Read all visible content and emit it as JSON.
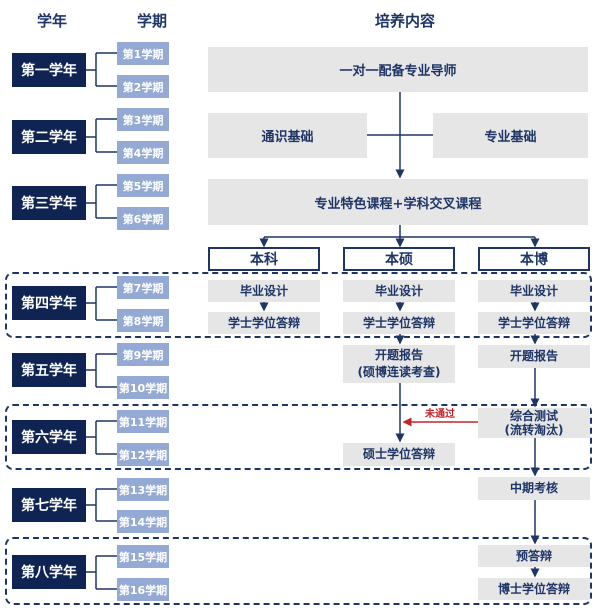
{
  "headers": {
    "year": "学年",
    "semester": "学期",
    "content": "培养内容"
  },
  "years": [
    "第一学年",
    "第二学年",
    "第三学年",
    "第四学年",
    "第五学年",
    "第六学年",
    "第七学年",
    "第八学年"
  ],
  "semesters": [
    "第1学期",
    "第2学期",
    "第3学期",
    "第4学期",
    "第5学期",
    "第6学期",
    "第7学期",
    "第8学期",
    "第9学期",
    "第10学期",
    "第11学期",
    "第12学期",
    "第13学期",
    "第14学期",
    "第15学期",
    "第16学期"
  ],
  "content": {
    "mentor": "一对一配备专业导师",
    "general": "通识基础",
    "major": "专业基础",
    "courses": "专业特色课程+学科交叉课程",
    "tracks": [
      "本科",
      "本硕",
      "本博"
    ],
    "thesis": "毕业设计",
    "bachelor_defense": "学士学位答辩",
    "proposal": "开题报告",
    "proposal_note": "(硕博连读考查)",
    "comprehensive": "综合测试",
    "comprehensive_note": "(流转淘汰)",
    "failed": "未通过",
    "master_defense": "硕士学位答辩",
    "midterm": "中期考核",
    "pre_defense": "预答辩",
    "doctor_defense": "博士学位答辩"
  },
  "colors": {
    "navy": "#0f2452",
    "semester": "#94a9d4",
    "box": "#e6e6e6",
    "red": "#c0262b"
  }
}
